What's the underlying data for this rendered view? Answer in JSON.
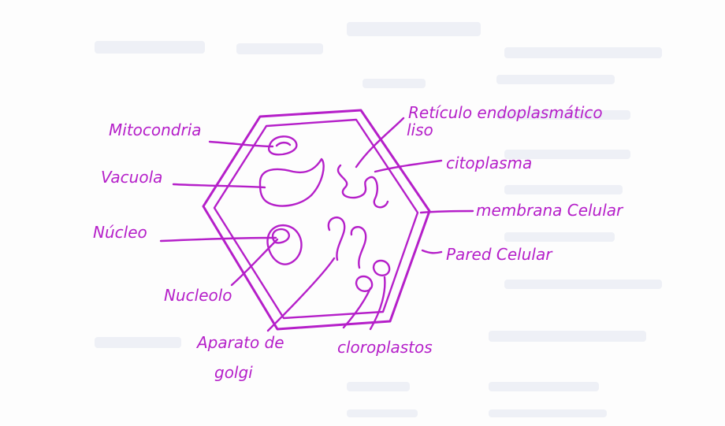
{
  "labels": {
    "mitocondria": "Mitocondria",
    "vacuola": "Vacuola",
    "nucleo": "Núcleo",
    "nucleolo": "Nucleolo",
    "reticulo_line1": "Retículo endoplasmático",
    "reticulo_line2": "liso",
    "citoplasma": "citoplasma",
    "membrana": "membrana Celular",
    "pared": "Pared Celular",
    "aparato_line1": "Aparato de",
    "aparato_line2": "golgi",
    "cloroplastos": "cloroplastos"
  },
  "colors": {
    "ink": "#b51fc9",
    "paper": "#fdfdfd",
    "bleedthrough": "#eef0f6"
  }
}
